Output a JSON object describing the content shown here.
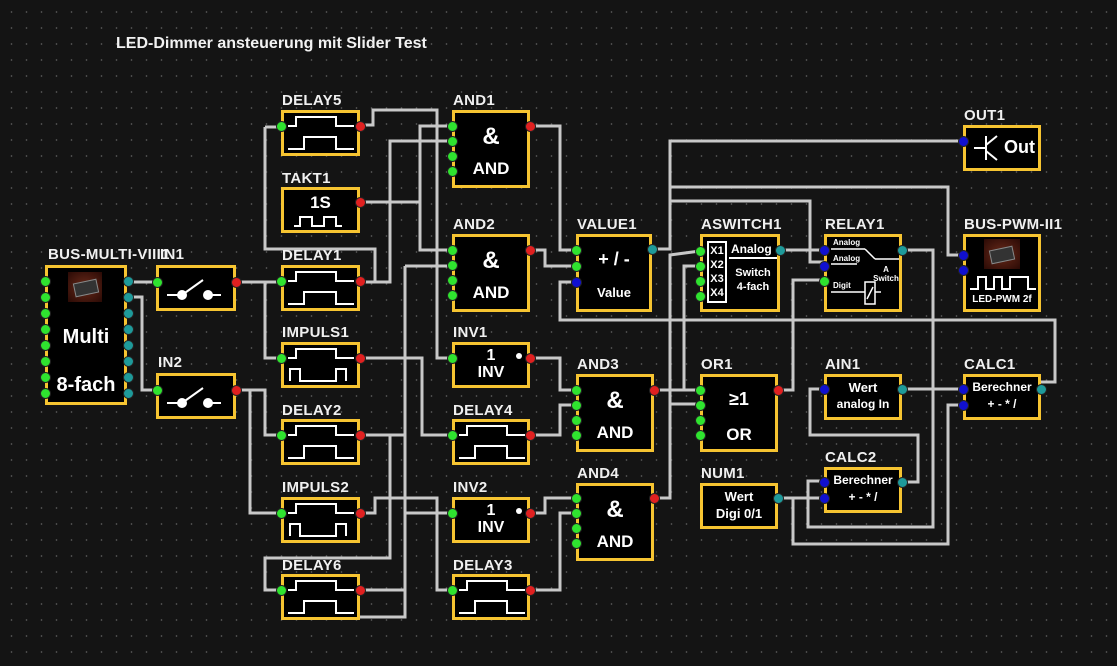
{
  "title": "LED-Dimmer ansteuerung mit Slider Test",
  "colors": {
    "block_border": "#f6c431",
    "wire": "#c8c8c8",
    "pin_digital_in": "#2fe32f",
    "pin_digital_out": "#e02020",
    "pin_analog_out": "#1e9a9a",
    "pin_analog_in": "#1010d0"
  },
  "blocks": {
    "bus_multi": {
      "name": "BUS-MULTI-VIII1",
      "line1": "Multi",
      "line2": "8-fach"
    },
    "in1": {
      "name": "IN1"
    },
    "in2": {
      "name": "IN2"
    },
    "delay5": {
      "name": "DELAY5"
    },
    "takt1": {
      "name": "TAKT1",
      "text": "1S"
    },
    "delay1": {
      "name": "DELAY1"
    },
    "impuls1": {
      "name": "IMPULS1"
    },
    "delay2": {
      "name": "DELAY2"
    },
    "impuls2": {
      "name": "IMPULS2"
    },
    "delay6": {
      "name": "DELAY6"
    },
    "and1": {
      "name": "AND1",
      "symbol": "&",
      "text": "AND"
    },
    "and2": {
      "name": "AND2",
      "symbol": "&",
      "text": "AND"
    },
    "inv1": {
      "name": "INV1",
      "symbol": "1",
      "text": "INV"
    },
    "delay4": {
      "name": "DELAY4"
    },
    "inv2": {
      "name": "INV2",
      "symbol": "1",
      "text": "INV"
    },
    "delay3": {
      "name": "DELAY3"
    },
    "value1": {
      "name": "VALUE1",
      "symbol": "+ / -",
      "text": "Value"
    },
    "and3": {
      "name": "AND3",
      "symbol": "&",
      "text": "AND"
    },
    "and4": {
      "name": "AND4",
      "symbol": "&",
      "text": "AND"
    },
    "aswitch1": {
      "name": "ASWITCH1",
      "inputs": [
        "X1",
        "X2",
        "X3",
        "X4"
      ],
      "out_label": "Analog",
      "line1": "Switch",
      "line2": "4-fach"
    },
    "or1": {
      "name": "OR1",
      "symbol": "≥1",
      "text": "OR"
    },
    "num1": {
      "name": "NUM1",
      "line1": "Wert",
      "line2": "Digi 0/1"
    },
    "relay1": {
      "name": "RELAY1",
      "in1": "Analog",
      "in2": "Analog",
      "in3": "Digit",
      "line1": "A",
      "line2": "Switch"
    },
    "ain1": {
      "name": "AIN1",
      "line1": "Wert",
      "line2": "analog In"
    },
    "calc2": {
      "name": "CALC2",
      "line1": "Berechner",
      "line2": "+ - * /"
    },
    "out1": {
      "name": "OUT1",
      "text": "Out"
    },
    "bus_pwm": {
      "name": "BUS-PWM-II1",
      "text": "LED-PWM 2f"
    },
    "calc1": {
      "name": "CALC1",
      "line1": "Berechner",
      "line2": "+ - * /"
    }
  }
}
